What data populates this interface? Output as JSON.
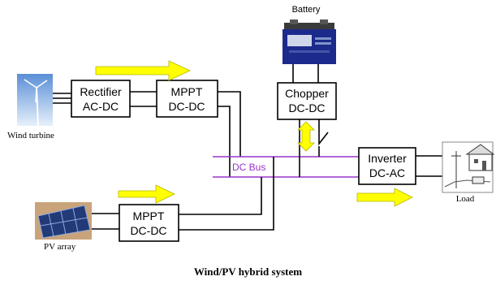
{
  "caption": "Wind/PV hybrid system",
  "labels": {
    "battery": "Battery",
    "wind_turbine": "Wind turbine",
    "pv_array": "PV array",
    "load": "Load",
    "dc_bus": "DC Bus"
  },
  "blocks": {
    "rectifier": [
      "Rectifier",
      "AC-DC"
    ],
    "mppt_wind": [
      "MPPT",
      "DC-DC"
    ],
    "chopper": [
      "Chopper",
      "DC-DC"
    ],
    "inverter": [
      "Inverter",
      "DC-AC"
    ],
    "mppt_pv": [
      "MPPT",
      "DC-DC"
    ]
  },
  "colors": {
    "arrow_fill": "#ffff00",
    "bus_line": "#9933cc",
    "bus_text": "#9933cc",
    "battery_body": "#1c2a8c"
  }
}
